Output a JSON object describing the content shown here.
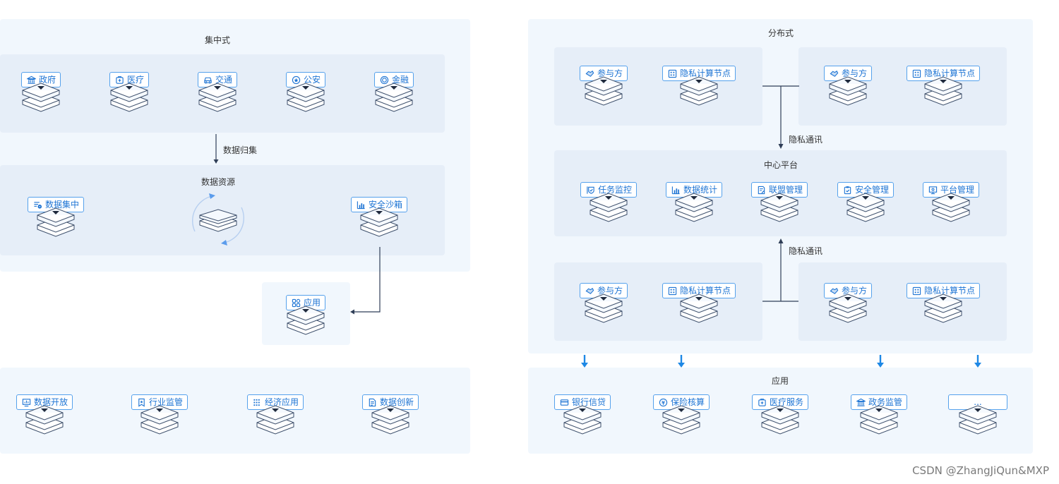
{
  "left": {
    "centralized_title": "集中式",
    "sources": [
      {
        "label": "政府",
        "icon": "bank-icon"
      },
      {
        "label": "医疗",
        "icon": "medical-icon"
      },
      {
        "label": "交通",
        "icon": "car-icon"
      },
      {
        "label": "公安",
        "icon": "police-badge-icon"
      },
      {
        "label": "金融",
        "icon": "coin-icon"
      }
    ],
    "collect_label": "数据归集",
    "resource_title": "数据资源",
    "resource_left": {
      "label": "数据集中",
      "icon": "data-list-icon"
    },
    "resource_right": {
      "label": "安全沙箱",
      "icon": "bar-chart-icon"
    },
    "app": {
      "label": "应用",
      "icon": "apps-icon"
    },
    "bottom_items": [
      {
        "label": "数据开放",
        "icon": "monitor-chart-icon"
      },
      {
        "label": "行业监管",
        "icon": "bookmark-star-icon"
      },
      {
        "label": "经济应用",
        "icon": "grid-dots-icon"
      },
      {
        "label": "数据创新",
        "icon": "document-icon"
      }
    ]
  },
  "right": {
    "distributed_title": "分布式",
    "party_label": "参与方",
    "compute_label": "隐私计算节点",
    "comm_label_top": "隐私通讯",
    "comm_label_bottom": "隐私通讯",
    "center_title": "中心平台",
    "center_items": [
      {
        "label": "任务监控",
        "icon": "shield-flag-icon"
      },
      {
        "label": "数据统计",
        "icon": "bar-chart-icon"
      },
      {
        "label": "联盟管理",
        "icon": "doc-edit-icon"
      },
      {
        "label": "安全管理",
        "icon": "clipboard-check-icon"
      },
      {
        "label": "平台管理",
        "icon": "monitor-icon"
      }
    ],
    "app_title": "应用",
    "app_items": [
      {
        "label": "银行信贷",
        "icon": "card-icon"
      },
      {
        "label": "保险核算",
        "icon": "insurance-icon"
      },
      {
        "label": "医疗服务",
        "icon": "medical-icon"
      },
      {
        "label": "政务监管",
        "icon": "bank-icon"
      },
      {
        "label": "...",
        "icon": ""
      }
    ]
  },
  "watermark": "CSDN @ZhangJiQun&MXP",
  "colors": {
    "accent": "#1d74d4",
    "border": "#55a1ec",
    "outer": "#f1f7fd",
    "inner": "#e6eef8",
    "arrow_blue": "#1e88e5",
    "line_dark": "#2f3e57"
  }
}
